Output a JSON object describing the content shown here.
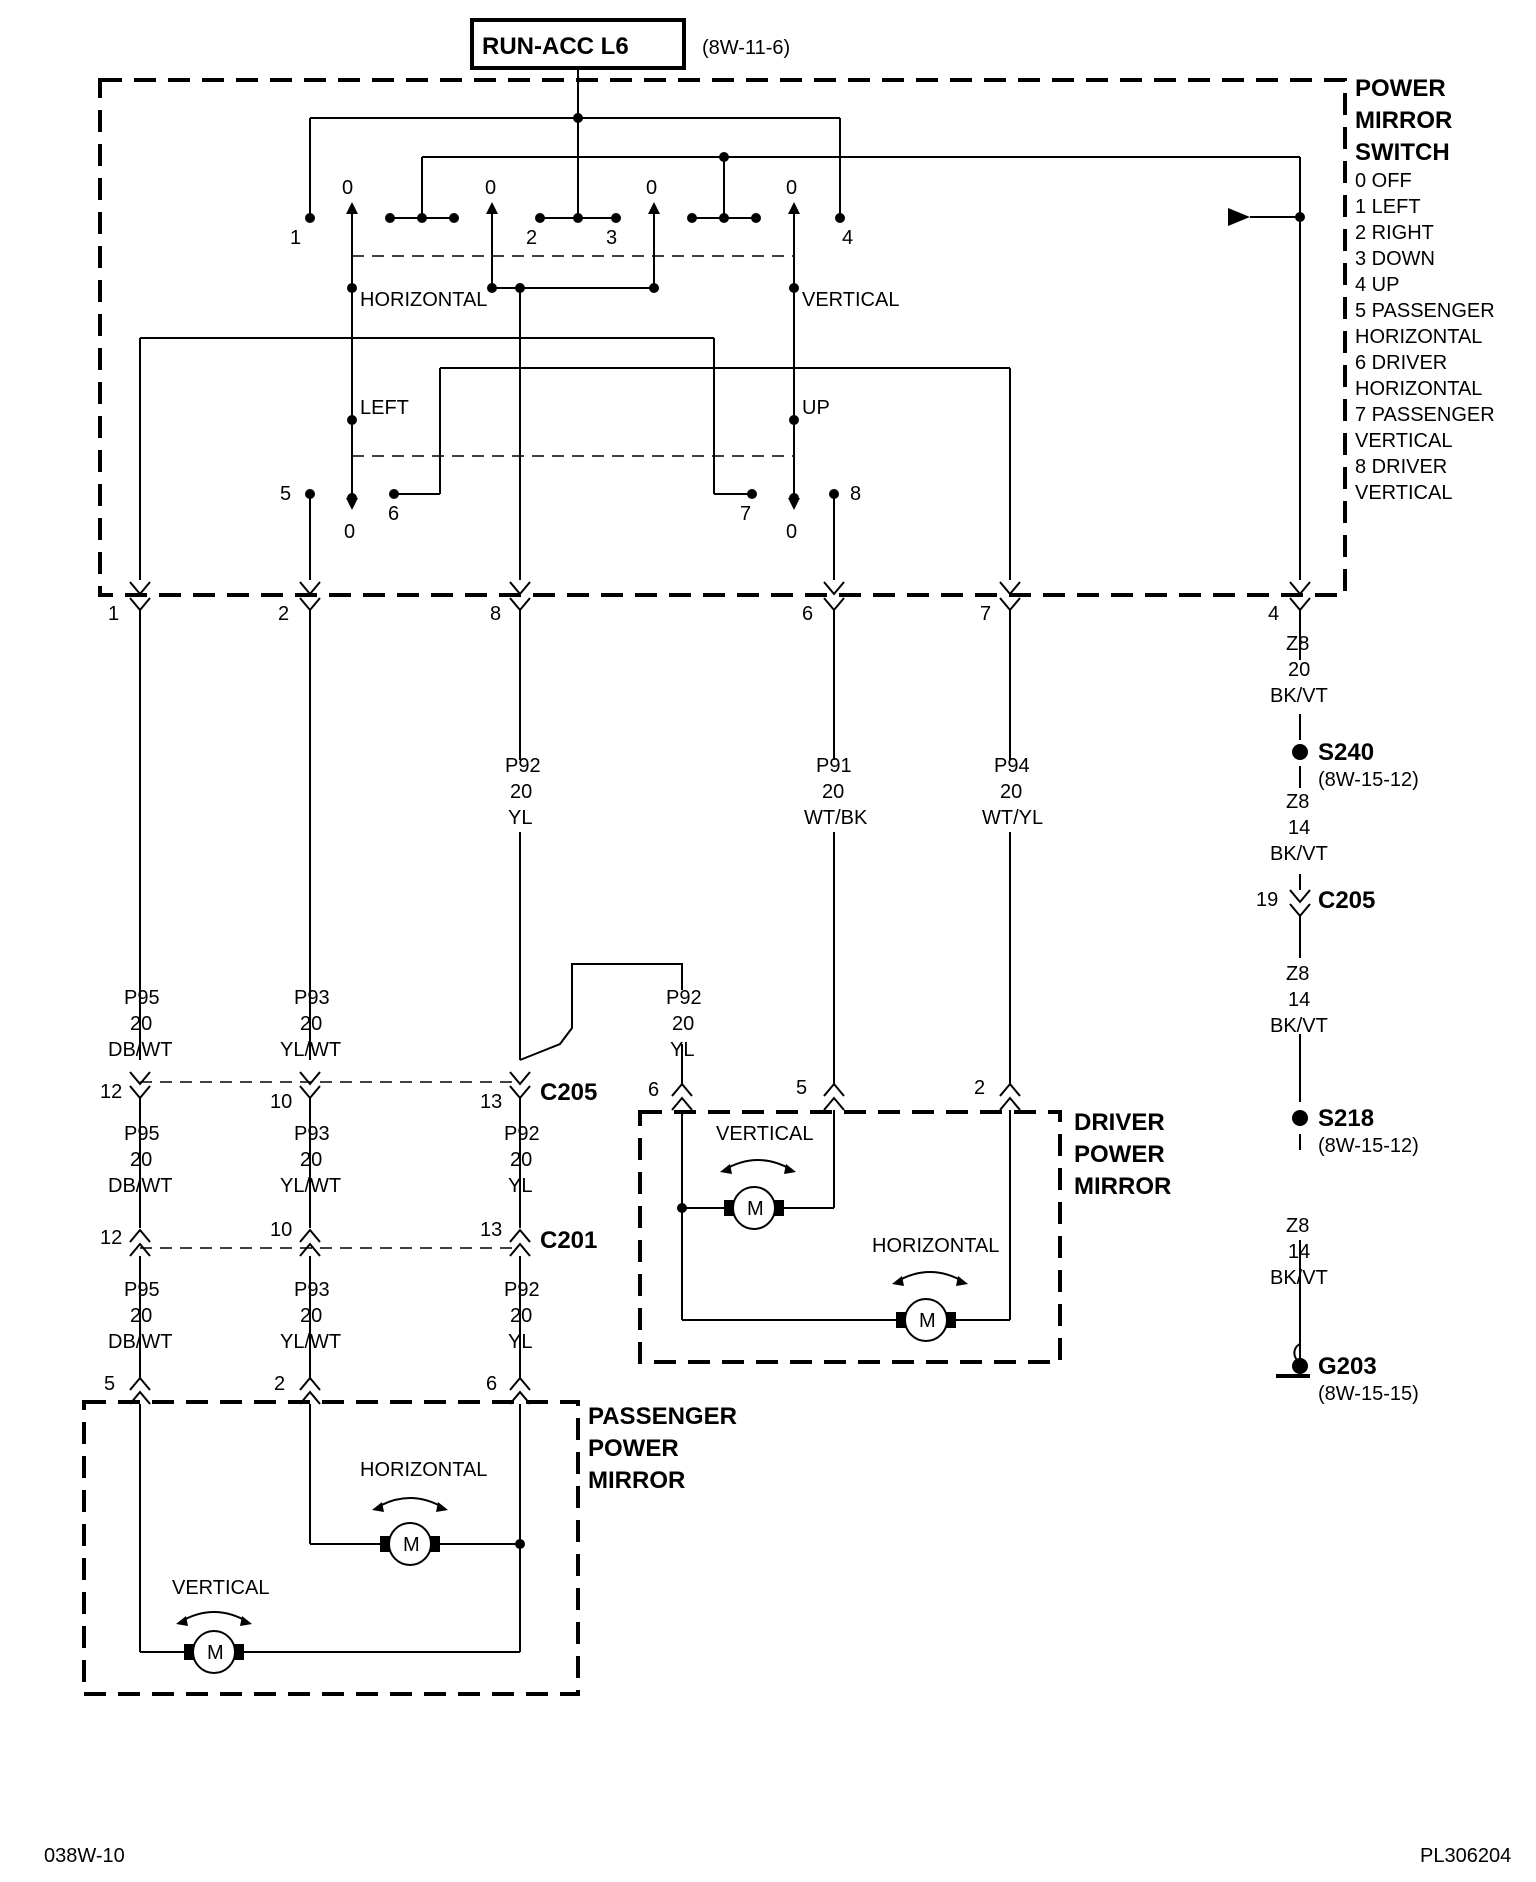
{
  "source": {
    "label": "RUN-ACC L6",
    "ref": "(8W-11-6)"
  },
  "switch": {
    "title": [
      "POWER",
      "MIRROR",
      "SWITCH"
    ],
    "legend": [
      "0 OFF",
      "1 LEFT",
      "2 RIGHT",
      "3 DOWN",
      "4 UP",
      "5 PASSENGER",
      "HORIZONTAL",
      "6 DRIVER",
      "HORIZONTAL",
      "7 PASSENGER",
      "VERTICAL",
      "8 DRIVER",
      "VERTICAL"
    ],
    "labels": {
      "horizontal": "HORIZONTAL",
      "vertical": "VERTICAL",
      "left": "LEFT",
      "up": "UP",
      "zero": "0"
    },
    "pins": {
      "p1": "1",
      "p2": "2",
      "p3": "3",
      "p4": "4",
      "p5": "5",
      "p6": "6",
      "p7": "7",
      "p8": "8"
    },
    "out_pins": {
      "o1": "1",
      "o2": "2",
      "o8": "8",
      "o6": "6",
      "o7": "7",
      "o4": "4"
    }
  },
  "wires": {
    "p92": {
      "code": "P92",
      "gauge": "20",
      "color": "YL"
    },
    "p91": {
      "code": "P91",
      "gauge": "20",
      "color": "WT/BK"
    },
    "p94": {
      "code": "P94",
      "gauge": "20",
      "color": "WT/YL"
    },
    "p95": {
      "code": "P95",
      "gauge": "20",
      "color": "DB/WT"
    },
    "p93": {
      "code": "P93",
      "gauge": "20",
      "color": "YL/WT"
    },
    "z8a": {
      "code": "Z8",
      "gauge": "20",
      "color": "BK/VT"
    },
    "z8b": {
      "code": "Z8",
      "gauge": "14",
      "color": "BK/VT"
    }
  },
  "connectors": {
    "c205": "C205",
    "c201": "C201",
    "c205_pins": {
      "a": "12",
      "b": "10",
      "c": "13"
    },
    "c201_pins": {
      "a": "12",
      "b": "10",
      "c": "13"
    },
    "c205_ground_pin": "19",
    "pass_pins": {
      "a": "5",
      "b": "2",
      "c": "6"
    },
    "drv_pins": {
      "a": "6",
      "b": "5",
      "c": "2"
    }
  },
  "splices": {
    "s240": {
      "name": "S240",
      "ref": "(8W-15-12)"
    },
    "s218": {
      "name": "S218",
      "ref": "(8W-15-12)"
    },
    "g203": {
      "name": "G203",
      "ref": "(8W-15-15)"
    }
  },
  "driver_mirror": {
    "title": [
      "DRIVER",
      "POWER",
      "MIRROR"
    ],
    "vertical": "VERTICAL",
    "horizontal": "HORIZONTAL",
    "motor": "M"
  },
  "passenger_mirror": {
    "title": [
      "PASSENGER",
      "POWER",
      "MIRROR"
    ],
    "vertical": "VERTICAL",
    "horizontal": "HORIZONTAL",
    "motor": "M"
  },
  "footer": {
    "left": "038W-10",
    "right": "PL306204"
  }
}
